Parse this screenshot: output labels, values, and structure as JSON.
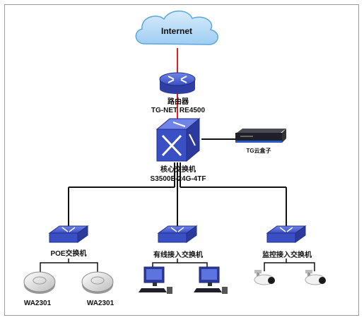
{
  "internet": {
    "label": "Internet"
  },
  "router": {
    "name": "路由器",
    "model": "TG-NET RE4500"
  },
  "core_switch": {
    "name": "核心交换机",
    "model": "S3500E-24G-4TF"
  },
  "cloud_box": {
    "label": "TG云盒子"
  },
  "access_switches": [
    {
      "label": "POE交换机"
    },
    {
      "label": "有线接入交换机"
    },
    {
      "label": "监控接入交换机"
    }
  ],
  "access_points": [
    {
      "label": "WA2301"
    },
    {
      "label": "WA2301"
    }
  ],
  "colors": {
    "uplink": "#e0201c",
    "link": "#111111",
    "device_blue": "#3b4fc4",
    "cloud": "#b9dcf7"
  },
  "icons": {
    "internet": "cloud-icon",
    "router": "router-icon",
    "core": "core-switch-icon",
    "box": "cloud-box-icon",
    "switch": "switch-icon",
    "ap": "wireless-ap-icon",
    "pc": "pc-icon",
    "camera": "camera-icon"
  }
}
